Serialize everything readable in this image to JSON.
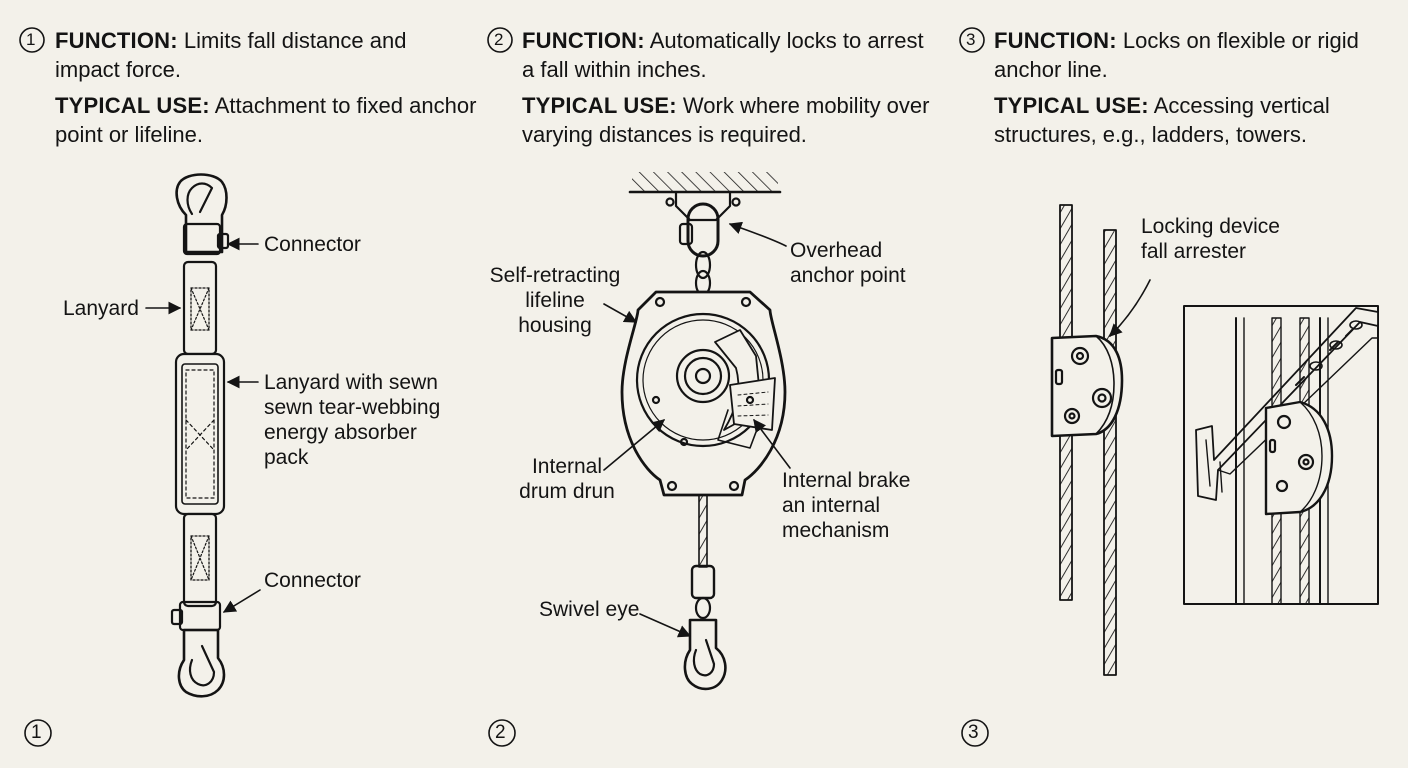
{
  "panels": [
    {
      "number": "1",
      "function_label": "FUNCTION:",
      "function_text_lines": [
        "Limits fall distance and",
        "impact force."
      ],
      "use_label": "TYPICAL USE:",
      "use_text_lines": [
        "Attachment to fixed anchor",
        "point or lifeline."
      ],
      "callouts": {
        "connector_top": "Connector",
        "lanyard": "Lanyard",
        "absorber": [
          "Lanyard with sewn",
          "sewn tear-webbing",
          "energy absorber",
          "pack"
        ],
        "connector_bottom": "Connector"
      }
    },
    {
      "number": "2",
      "function_label": "FUNCTION:",
      "function_text_lines": [
        "Automatically locks to arrest",
        "a fall within inches."
      ],
      "use_label": "TYPICAL USE:",
      "use_text_lines": [
        "Work where mobility over",
        "varying distances is required."
      ],
      "callouts": {
        "overhead": [
          "Overhead",
          "anchor point"
        ],
        "housing": [
          "Self-retracting",
          "lifeline",
          "housing"
        ],
        "drum": [
          "Internal",
          "drum drun"
        ],
        "brake": [
          "Internal brake",
          "an internal",
          "mechanism"
        ],
        "swivel": "Swivel eye"
      }
    },
    {
      "number": "3",
      "function_label": "FUNCTION:",
      "function_text_lines": [
        "Locks on flexible or rigid",
        "anchor line."
      ],
      "use_label": "TYPICAL USE:",
      "use_text_lines": [
        "Accessing vertical",
        "structures, e.g., ladders, towers."
      ],
      "callouts": {
        "locking": [
          "Locking device",
          "fall arrester"
        ]
      }
    }
  ]
}
